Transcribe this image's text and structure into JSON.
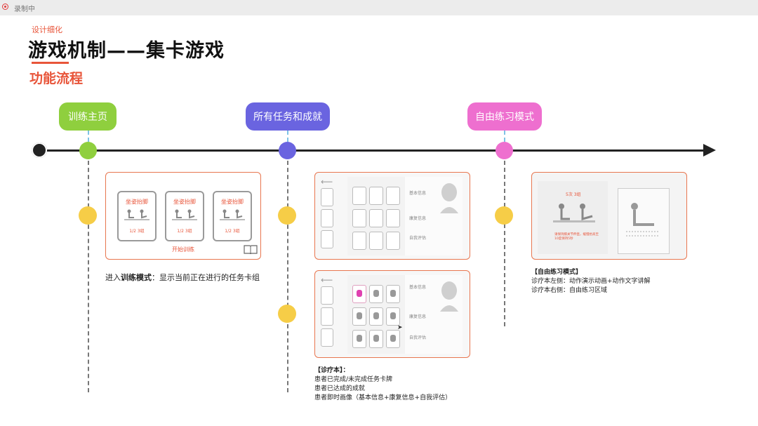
{
  "recording": {
    "label": "录制中"
  },
  "header": {
    "eyebrow": "设计细化",
    "title": "游戏机制——集卡游戏",
    "subtitle": "功能流程"
  },
  "timeline": {
    "stages": [
      {
        "label": "训练主页",
        "color": "#8fcf3e"
      },
      {
        "label": "所有任务和成就",
        "color": "#6a64e0"
      },
      {
        "label": "自由练习模式",
        "color": "#ee6fcf"
      }
    ],
    "dot_color": "#f6cd47"
  },
  "panel1": {
    "cards": [
      {
        "title": "坐姿抬脚",
        "footer": "1/2  3组"
      },
      {
        "title": "坐姿抬脚",
        "footer": "1/2  3组"
      },
      {
        "title": "坐姿抬脚",
        "footer": "1/2  3组"
      }
    ],
    "start_label": "开始训练",
    "desc_prefix": "进入",
    "desc_bold": "训练模式",
    "desc_rest": "：显示当前正在进行的任务卡组"
  },
  "panel2": {
    "info_labels": [
      "基本信息",
      "康复信息",
      "自我评估"
    ],
    "desc_lines": [
      "【诊疗本】：",
      "患者已完成/未完成任务卡牌",
      "患者已达成的成就",
      "患者即时画像（基本信息+康复信息+自我评估）"
    ]
  },
  "panel3": {
    "left_card_title": "5次 3组",
    "left_note": "请保持膝关节伸直，缓慢抬高至10度保持5秒",
    "desc_lines": [
      "【自由练习模式】",
      "诊疗本左侧：动作演示动画+动作文字讲解",
      "诊疗本右侧：自由练习区域"
    ]
  }
}
